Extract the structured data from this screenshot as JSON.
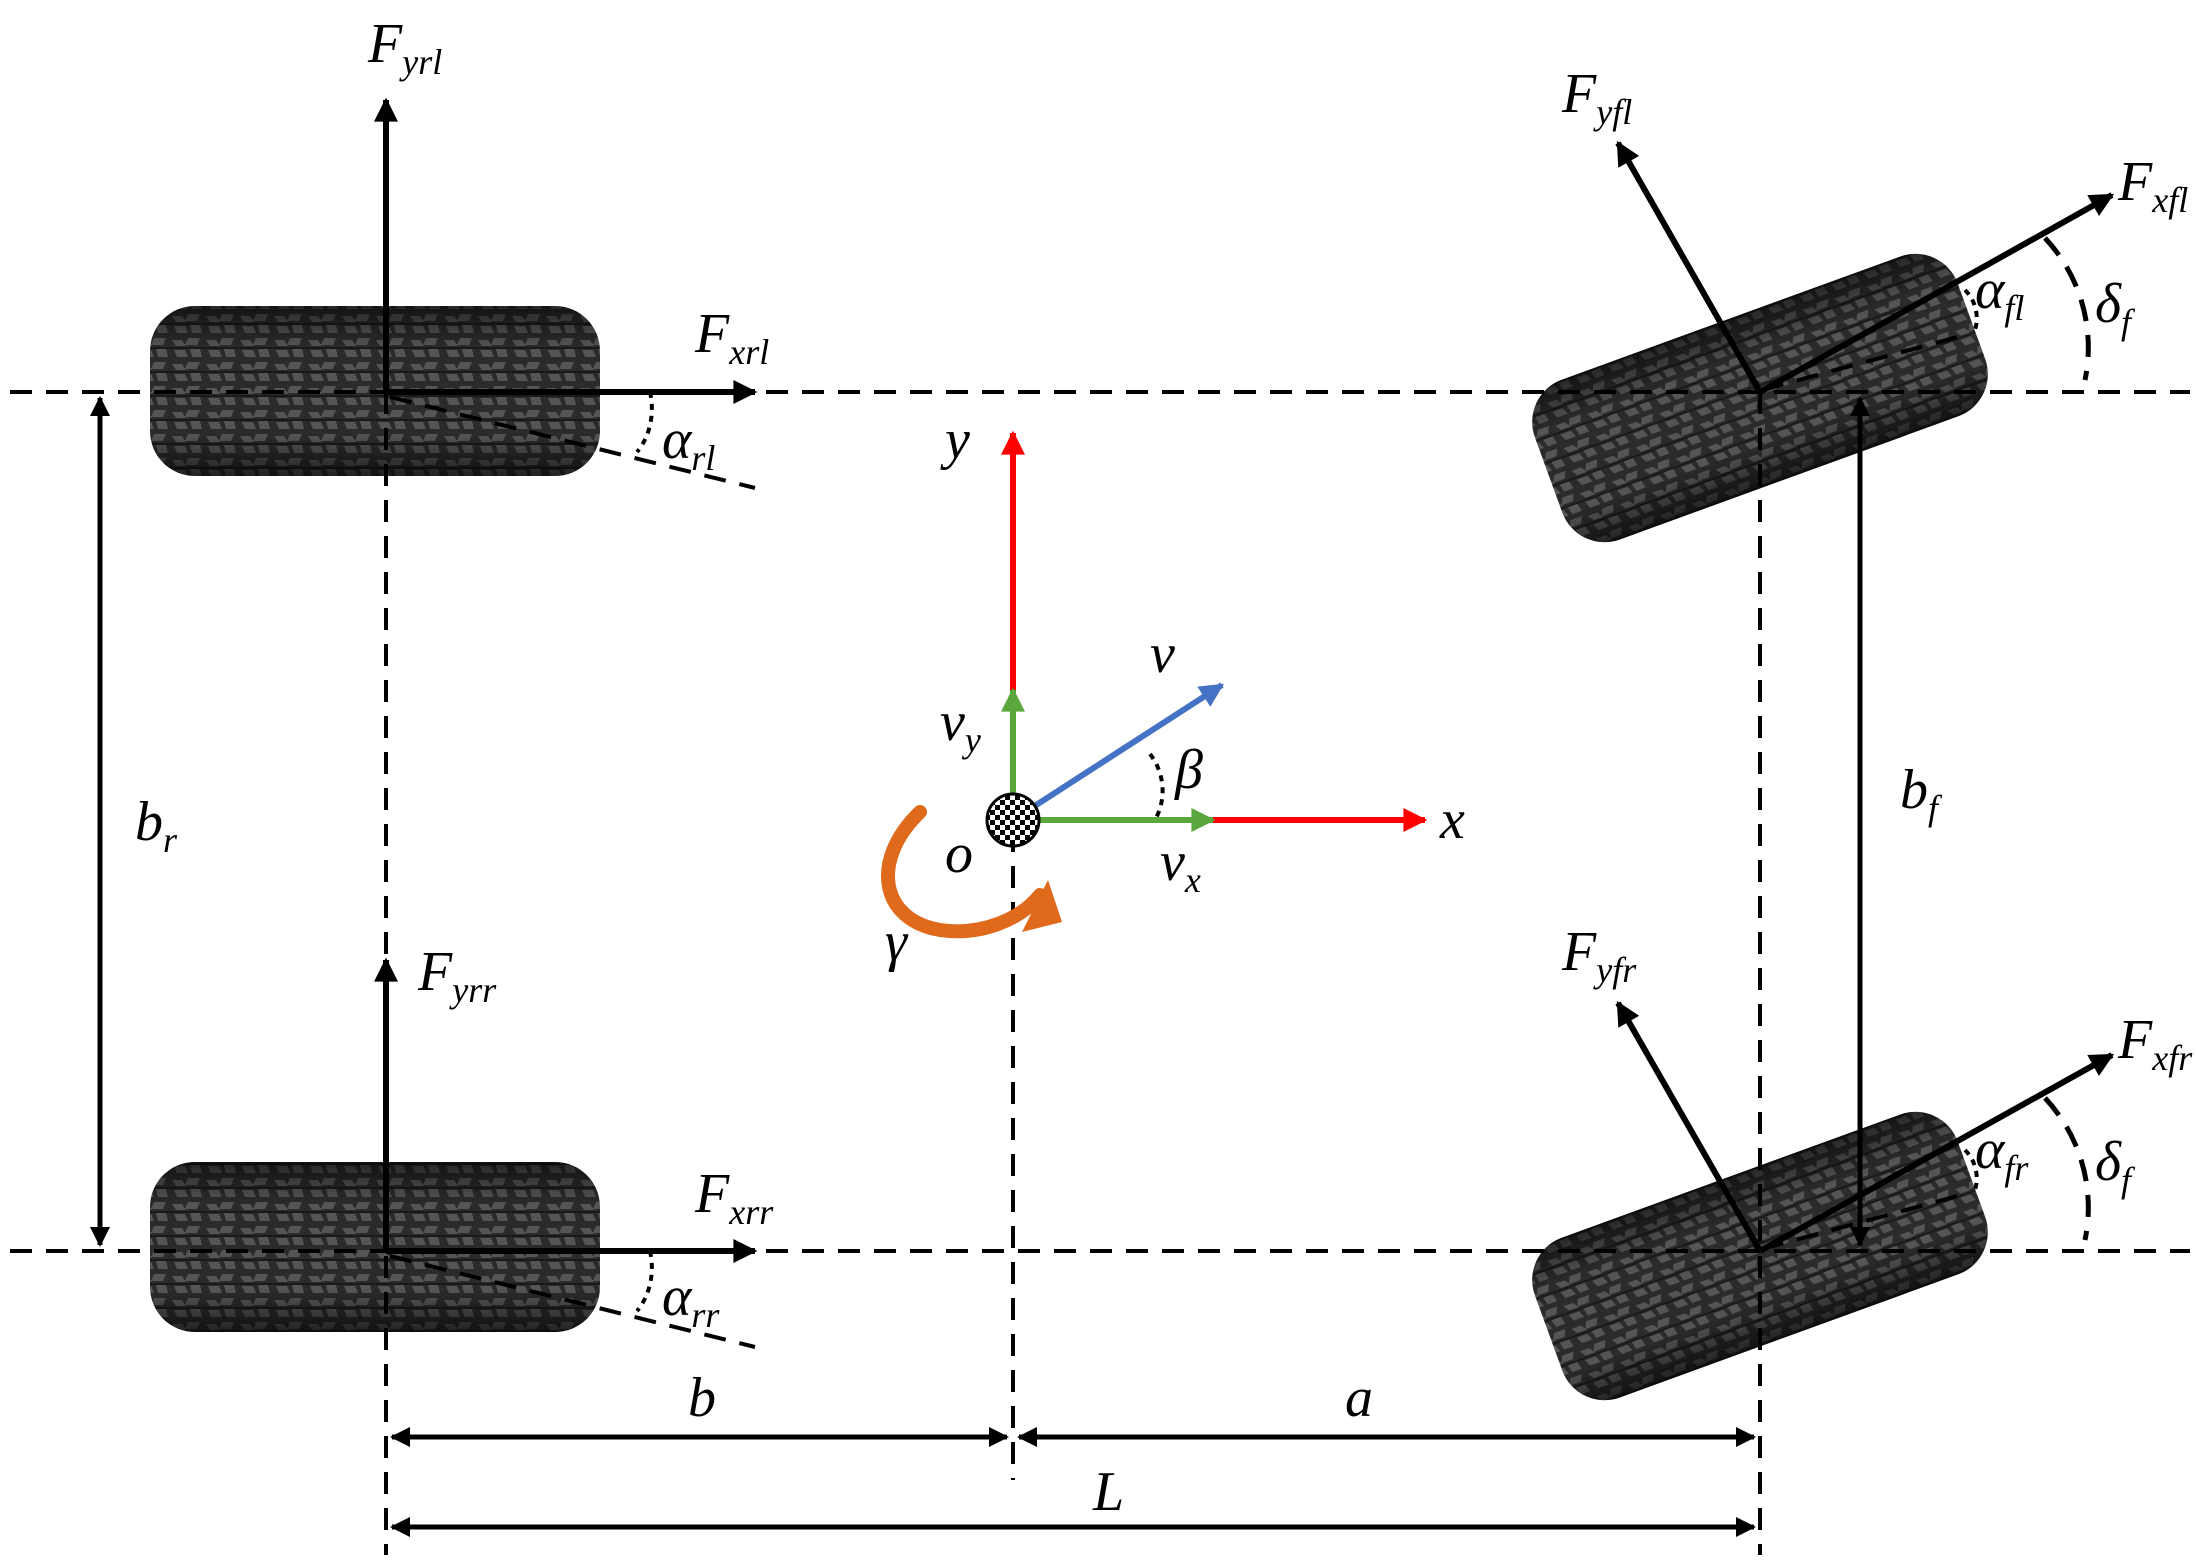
{
  "labels": {
    "F": "F",
    "yrl": "yrl",
    "xrl": "xrl",
    "yrr": "yrr",
    "xrr": "xrr",
    "yfl": "yfl",
    "xfl": "xfl",
    "yfr": "yfr",
    "xfr": "xfr",
    "alpha": "α",
    "rl": "rl",
    "rr": "rr",
    "fl": "fl",
    "fr": "fr",
    "delta": "δ",
    "f": "f",
    "b_main": "b",
    "r": "r",
    "v": "v",
    "y_sub": "y",
    "x_sub": "x",
    "x_axis": "x",
    "y_axis": "y",
    "beta": "β",
    "o": "o",
    "gamma": "γ",
    "dim_b": "b",
    "dim_a": "a",
    "dim_L": "L"
  },
  "colors": {
    "axis": "#ff0000",
    "velocity_components": "#5aa83c",
    "velocity": "#4472c4",
    "yaw_rate": "#e06a1b",
    "force": "#000000"
  }
}
